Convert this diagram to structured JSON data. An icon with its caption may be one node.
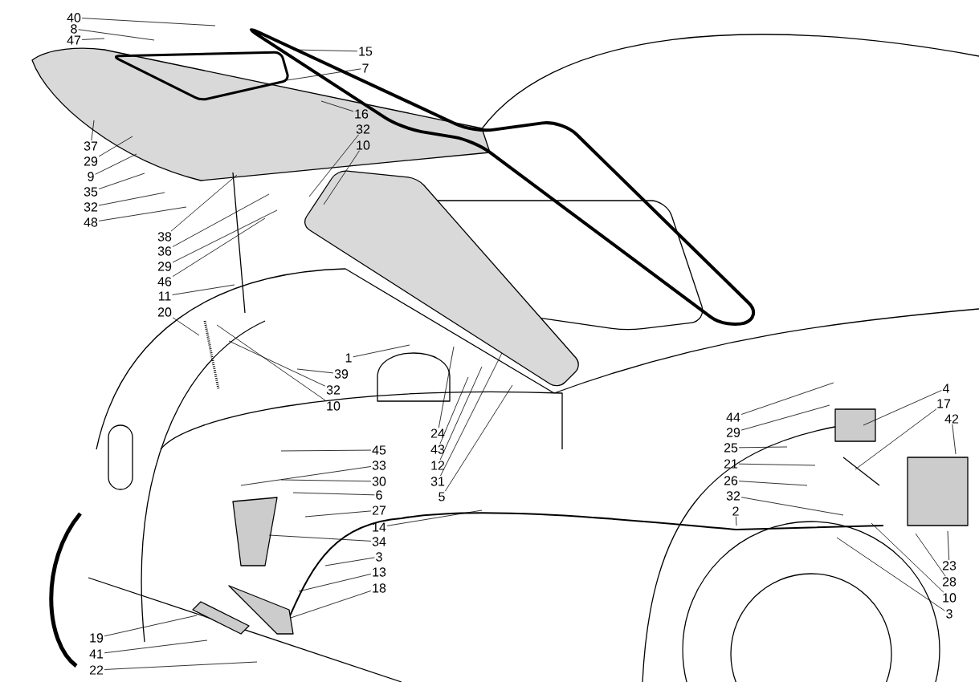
{
  "diagram": {
    "nodes": [
      {
        "text": [
          "40"
        ]
      },
      {
        "text": [
          "8"
        ]
      },
      {
        "text": [
          "47"
        ]
      },
      {
        "text": [
          "15"
        ]
      },
      {
        "text": [
          "7"
        ]
      },
      {
        "text": [
          "16"
        ]
      },
      {
        "text": [
          "32"
        ]
      },
      {
        "text": [
          "10"
        ]
      },
      {
        "text": [
          "37"
        ]
      },
      {
        "text": [
          "29"
        ]
      },
      {
        "text": [
          "9"
        ]
      },
      {
        "text": [
          "35"
        ]
      },
      {
        "text": [
          "32"
        ]
      },
      {
        "text": [
          "48"
        ]
      },
      {
        "text": [
          "38"
        ]
      },
      {
        "text": [
          "36"
        ]
      },
      {
        "text": [
          "29"
        ]
      },
      {
        "text": [
          "46"
        ]
      },
      {
        "text": [
          "11"
        ]
      },
      {
        "text": [
          "20"
        ]
      },
      {
        "text": [
          "1"
        ]
      },
      {
        "text": [
          "39"
        ]
      },
      {
        "text": [
          "32"
        ]
      },
      {
        "text": [
          "10"
        ]
      },
      {
        "text": [
          "24"
        ]
      },
      {
        "text": [
          "43"
        ]
      },
      {
        "text": [
          "12"
        ]
      },
      {
        "text": [
          "31"
        ]
      },
      {
        "text": [
          "5"
        ]
      },
      {
        "text": [
          "45"
        ]
      },
      {
        "text": [
          "33"
        ]
      },
      {
        "text": [
          "30"
        ]
      },
      {
        "text": [
          "6"
        ]
      },
      {
        "text": [
          "27"
        ]
      },
      {
        "text": [
          "14"
        ]
      },
      {
        "text": [
          "34"
        ]
      },
      {
        "text": [
          "3"
        ]
      },
      {
        "text": [
          "13"
        ]
      },
      {
        "text": [
          "18"
        ]
      },
      {
        "text": [
          "19"
        ]
      },
      {
        "text": [
          "41"
        ]
      },
      {
        "text": [
          "22"
        ]
      },
      {
        "text": [
          "44"
        ]
      },
      {
        "text": [
          "29"
        ]
      },
      {
        "text": [
          "25"
        ]
      },
      {
        "text": [
          "21"
        ]
      },
      {
        "text": [
          "26"
        ]
      },
      {
        "text": [
          "32"
        ]
      },
      {
        "text": [
          "2"
        ]
      },
      {
        "text": [
          "4"
        ]
      },
      {
        "text": [
          "17"
        ]
      },
      {
        "text": [
          "42"
        ]
      },
      {
        "text": [
          "23"
        ]
      },
      {
        "text": [
          "28"
        ]
      },
      {
        "text": [
          "10"
        ]
      },
      {
        "text": [
          "3"
        ]
      }
    ],
    "edges": [
      {
        "from": 0,
        "to": null,
        "arrow": "none"
      },
      {
        "from": 1,
        "to": null,
        "arrow": "none"
      },
      {
        "from": 2,
        "to": null,
        "arrow": "none"
      },
      {
        "from": 3,
        "to": null,
        "arrow": "none"
      },
      {
        "from": 4,
        "to": null,
        "arrow": "none"
      },
      {
        "from": 5,
        "to": null,
        "arrow": "none"
      },
      {
        "from": 6,
        "to": null,
        "arrow": "none"
      },
      {
        "from": 7,
        "to": null,
        "arrow": "none"
      },
      {
        "from": 8,
        "to": null,
        "arrow": "none"
      },
      {
        "from": 9,
        "to": null,
        "arrow": "none"
      },
      {
        "from": 10,
        "to": null,
        "arrow": "none"
      },
      {
        "from": 11,
        "to": null,
        "arrow": "none"
      },
      {
        "from": 12,
        "to": null,
        "arrow": "none"
      },
      {
        "from": 13,
        "to": null,
        "arrow": "none"
      },
      {
        "from": 14,
        "to": null,
        "arrow": "none"
      },
      {
        "from": 15,
        "to": null,
        "arrow": "none"
      },
      {
        "from": 16,
        "to": null,
        "arrow": "none"
      },
      {
        "from": 17,
        "to": null,
        "arrow": "none"
      },
      {
        "from": 18,
        "to": null,
        "arrow": "none"
      },
      {
        "from": 19,
        "to": null,
        "arrow": "none"
      },
      {
        "from": 20,
        "to": null,
        "arrow": "none"
      },
      {
        "from": 21,
        "to": null,
        "arrow": "none"
      },
      {
        "from": 22,
        "to": null,
        "arrow": "none"
      },
      {
        "from": 23,
        "to": null,
        "arrow": "none"
      },
      {
        "from": 24,
        "to": null,
        "arrow": "none"
      },
      {
        "from": 25,
        "to": null,
        "arrow": "none"
      },
      {
        "from": 26,
        "to": null,
        "arrow": "none"
      },
      {
        "from": 27,
        "to": null,
        "arrow": "none"
      },
      {
        "from": 28,
        "to": null,
        "arrow": "none"
      },
      {
        "from": 29,
        "to": null,
        "arrow": "none"
      },
      {
        "from": 30,
        "to": null,
        "arrow": "none"
      },
      {
        "from": 31,
        "to": null,
        "arrow": "none"
      },
      {
        "from": 32,
        "to": null,
        "arrow": "none"
      },
      {
        "from": 33,
        "to": null,
        "arrow": "none"
      },
      {
        "from": 34,
        "to": null,
        "arrow": "none"
      },
      {
        "from": 35,
        "to": null,
        "arrow": "none"
      },
      {
        "from": 36,
        "to": null,
        "arrow": "none"
      },
      {
        "from": 37,
        "to": null,
        "arrow": "none"
      },
      {
        "from": 38,
        "to": null,
        "arrow": "none"
      },
      {
        "from": 39,
        "to": null,
        "arrow": "none"
      },
      {
        "from": 40,
        "to": null,
        "arrow": "none"
      },
      {
        "from": 41,
        "to": null,
        "arrow": "none"
      },
      {
        "from": 42,
        "to": null,
        "arrow": "none"
      },
      {
        "from": 43,
        "to": null,
        "arrow": "none"
      },
      {
        "from": 44,
        "to": null,
        "arrow": "none"
      },
      {
        "from": 45,
        "to": null,
        "arrow": "none"
      },
      {
        "from": 46,
        "to": null,
        "arrow": "none"
      },
      {
        "from": 47,
        "to": null,
        "arrow": "none"
      },
      {
        "from": 48,
        "to": null,
        "arrow": "none"
      },
      {
        "from": 49,
        "to": null,
        "arrow": "none"
      },
      {
        "from": 50,
        "to": null,
        "arrow": "none"
      },
      {
        "from": 51,
        "to": null,
        "arrow": "none"
      },
      {
        "from": 52,
        "to": null,
        "arrow": "none"
      },
      {
        "from": 53,
        "to": null,
        "arrow": "none"
      },
      {
        "from": 54,
        "to": null,
        "arrow": "none"
      },
      {
        "from": 55,
        "to": null,
        "arrow": "none"
      }
    ]
  }
}
